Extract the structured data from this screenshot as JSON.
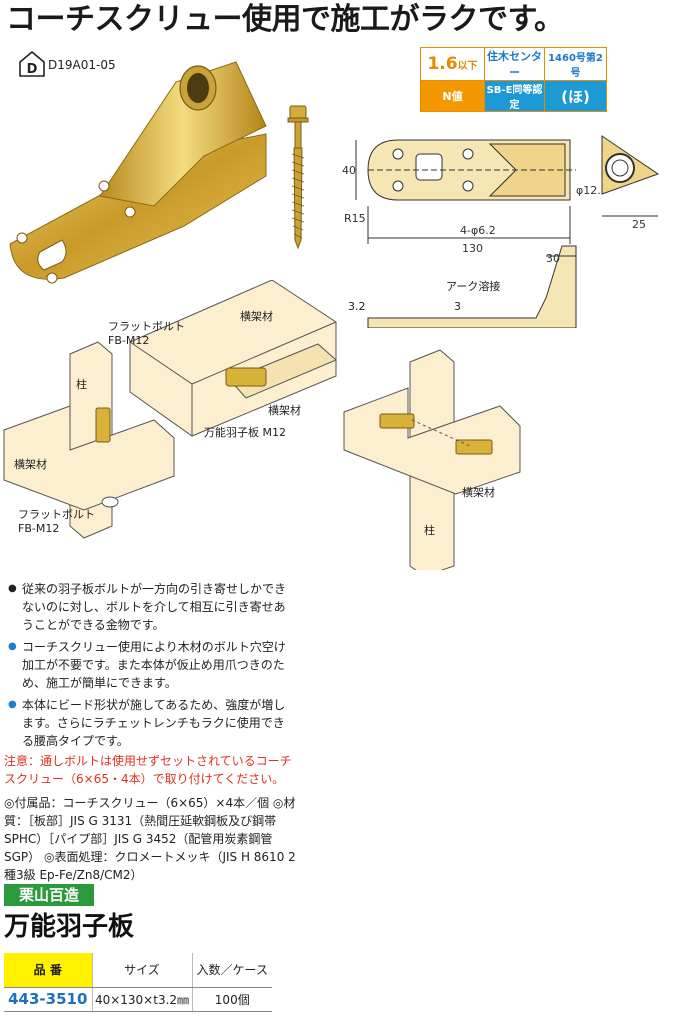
{
  "headline": "コーチスクリュー使用で施工がラクです。",
  "catalog_code": "D19A01-05",
  "code_symbol": "D",
  "spec_badges": {
    "n_value": "1.6",
    "n_value_suffix": "以下",
    "n_label": "N値",
    "center": "住木センター",
    "center_no": "1460号第2号",
    "sb_e": "SB-E同等認定",
    "ho": "(ほ)"
  },
  "dimensions": {
    "height_40": "40",
    "radius": "R15",
    "holes": "4-φ6.2",
    "length_130": "130",
    "pipe_dia": "φ12.7",
    "width_25": "25",
    "side_30": "30",
    "arc_weld": "アーク溶接",
    "thickness_32": "3.2",
    "thickness_3": "3"
  },
  "illustration_labels": {
    "flat_bolt_top": "フラットボルト",
    "flat_bolt_top_spec": "FB-M12",
    "yokogazai_top": "横架材",
    "yokogazai_mid": "横架材",
    "hashira_left": "柱",
    "yokogazai_left": "横架材",
    "banno_hagoita": "万能羽子板 M12",
    "flat_bolt_bottom": "フラットボルト",
    "flat_bolt_bottom_spec": "FB-M12",
    "yokogazai_right": "横架材",
    "hashira_right": "柱"
  },
  "bullets": [
    {
      "color": "black",
      "text": "従来の羽子板ボルトが一方向の引き寄せしかできないのに対し、ボルトを介して相互に引き寄せあうことができる金物です。"
    },
    {
      "color": "blue",
      "text": "コーチスクリュー使用により木材のボルト穴空け加工が不要です。また本体が仮止め用爪つきのため、施工が簡単にできます。"
    },
    {
      "color": "blue",
      "text": "本体にビード形状が施してあるため、強度が増します。さらにラチェットレンチもラクに使用できる腰高タイプです。"
    }
  ],
  "note": "注意：通しボルトは使用せずセットされているコーチスクリュー（6×65・4本）で取り付けてください。",
  "materials": "◎付属品：コーチスクリュー（6×65）×4本／個 ◎材質：［板部］JIS G 3131（熱間圧延軟鋼板及び鋼帯SPHC）［パイプ部］JIS G 3452（配管用炭素鋼管SGP） ◎表面処理：クロメートメッキ（JIS H 8610 2種3級 Ep-Fe/Zn8/CM2）",
  "brand": "栗山百造",
  "product_name": "万能羽子板",
  "table": {
    "headers": [
      "品 番",
      "サイズ",
      "入数／ケース"
    ],
    "rows": [
      [
        "443-3510",
        "40×130×t3.2㎜",
        "100個"
      ]
    ]
  },
  "colors": {
    "orange": "#f39800",
    "blue": "#1d9ad6",
    "green": "#2a9a3c",
    "yellow": "#fff100",
    "red": "#e03020",
    "wood": "#fbefcf",
    "metal_gold": "#d9b23a"
  }
}
